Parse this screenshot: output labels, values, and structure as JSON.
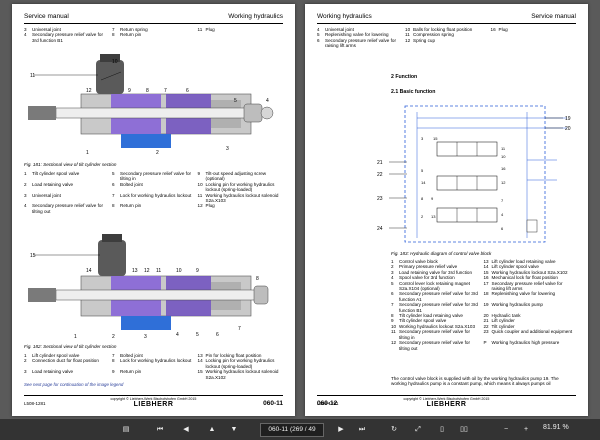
{
  "left_page": {
    "header_left": "Service manual",
    "header_right": "Working hydraulics",
    "top_table": [
      [
        {
          "n": "3",
          "t": "Universal joint"
        },
        {
          "n": "7",
          "t": "Return spring"
        },
        {
          "n": "11",
          "t": "Plug"
        }
      ],
      [
        {
          "n": "4",
          "t": "Secondary pressure relief valve for 3rd function B1"
        },
        {
          "n": "8",
          "t": "Return pin"
        },
        {
          "n": "",
          "t": ""
        }
      ]
    ],
    "fig1_labels": [
      "11",
      "10",
      "12",
      "9",
      "8",
      "7",
      "6",
      "5",
      "4",
      "3",
      "1",
      "2"
    ],
    "fig1_caption": "Fig. 181: Sectional view of tilt cylinder section",
    "mid_table": [
      [
        {
          "n": "1",
          "t": "Tilt cylinder spool valve"
        },
        {
          "n": "5",
          "t": "Secondary pressure relief valve for tilting in"
        },
        {
          "n": "9",
          "t": "Tilt-out speed adjusting screw (optional)"
        }
      ],
      [
        {
          "n": "2",
          "t": "Load retaining valve"
        },
        {
          "n": "6",
          "t": "Bolted joint"
        },
        {
          "n": "10",
          "t": "Locking pin for working hydraulics lockout (spring-loaded)"
        }
      ],
      [
        {
          "n": "3",
          "t": "Universal joint"
        },
        {
          "n": "7",
          "t": "Lock for working hydraulics lockout"
        },
        {
          "n": "11",
          "t": "Working hydraulics lockout solenoid S2a.X103"
        }
      ],
      [
        {
          "n": "4",
          "t": "Secondary pressure relief valve for tilting out"
        },
        {
          "n": "8",
          "t": "Return pin"
        },
        {
          "n": "12",
          "t": "Plug"
        }
      ]
    ],
    "fig2_labels": [
      "15",
      "14",
      "13",
      "12",
      "11",
      "10",
      "9",
      "8",
      "7",
      "6",
      "5",
      "4",
      "3",
      "2",
      "1"
    ],
    "fig2_caption": "Fig. 182: Sectional view of tilt cylinder section",
    "bottom_table": [
      [
        {
          "n": "1",
          "t": "Lift cylinder spool valve"
        },
        {
          "n": "7",
          "t": "Bolted joint"
        },
        {
          "n": "13",
          "t": "Pin for locking float position"
        }
      ],
      [
        {
          "n": "2",
          "t": "Connection duct for float position"
        },
        {
          "n": "8",
          "t": "Lock for working hydraulics lockout"
        },
        {
          "n": "14",
          "t": "Locking pin for working hydraulics lockout (spring-loaded)"
        }
      ],
      [
        {
          "n": "3",
          "t": "Load retaining valve"
        },
        {
          "n": "9",
          "t": "Return pin"
        },
        {
          "n": "15",
          "t": "Working hydraulics lockout solenoid S2a.X102"
        }
      ]
    ],
    "note": "See next page for continuation of the image legend",
    "footer_code": "L508-1281",
    "footer_copy": "copyright © Liebherr-Werk Bischofshofen GmbH 2015",
    "footer_brand": "LIEBHERR",
    "footer_page": "060-11"
  },
  "right_page": {
    "header_left": "Working hydraulics",
    "header_right": "Service manual",
    "top_table": [
      [
        {
          "n": "4",
          "t": "Universal joint"
        },
        {
          "n": "10",
          "t": "Balls for locking float position"
        },
        {
          "n": "16",
          "t": "Plug"
        }
      ],
      [
        {
          "n": "5",
          "t": "Replenishing valve for lowering"
        },
        {
          "n": "11",
          "t": "Compression spring"
        },
        {
          "n": "",
          "t": ""
        }
      ],
      [
        {
          "n": "6",
          "t": "Secondary pressure relief valve for raising lift arms"
        },
        {
          "n": "12",
          "t": "Spring cup"
        },
        {
          "n": "",
          "t": ""
        }
      ]
    ],
    "section_title": "2 Function",
    "subsection_title": "2.1 Basic function",
    "schematic_labels_left": [
      "21",
      "22",
      "23",
      "24"
    ],
    "schematic_labels_right": [
      "19",
      "20"
    ],
    "schematic_labels_inner": [
      "3",
      "15",
      "11",
      "10",
      "16",
      "12",
      "5",
      "14",
      "8",
      "9",
      "7",
      "4",
      "2",
      "13",
      "6"
    ],
    "schematic_title": "Fig. 183: Hydraulic diagram of control valve block",
    "legend_table": [
      [
        {
          "n": "1",
          "t": "Control valve block"
        },
        {
          "n": "13",
          "t": "Lift cylinder load retaining valve"
        }
      ],
      [
        {
          "n": "2",
          "t": "Primary pressure relief valve"
        },
        {
          "n": "14",
          "t": "Lift cylinder spool valve"
        }
      ],
      [
        {
          "n": "3",
          "t": "Load retaining valve for 3rd function"
        },
        {
          "n": "15",
          "t": "Working hydraulics lockout S2a.X102"
        }
      ],
      [
        {
          "n": "4",
          "t": "Spool valve for 3rd function"
        },
        {
          "n": "16",
          "t": "Mechanical lock for float position"
        }
      ],
      [
        {
          "n": "5",
          "t": "Control lever lock retaining magnet S2a.X104 (optional)"
        },
        {
          "n": "17",
          "t": "Secondary pressure relief valve for raising lift arms"
        }
      ],
      [
        {
          "n": "6",
          "t": "Secondary pressure relief valve for 3rd function A1"
        },
        {
          "n": "18",
          "t": "Replenishing valve for lowering"
        }
      ],
      [
        {
          "n": "7",
          "t": "Secondary pressure relief valve for 3rd function B1"
        },
        {
          "n": "19",
          "t": "Working hydraulics pump"
        }
      ],
      [
        {
          "n": "8",
          "t": "Tilt cylinder load retaining valve"
        },
        {
          "n": "20",
          "t": "Hydraulic tank"
        }
      ],
      [
        {
          "n": "9",
          "t": "Tilt cylinder spool valve"
        },
        {
          "n": "21",
          "t": "Lift cylinder"
        }
      ],
      [
        {
          "n": "10",
          "t": "Working hydraulics lockout S2a.X103"
        },
        {
          "n": "22",
          "t": "Tilt cylinder"
        }
      ],
      [
        {
          "n": "11",
          "t": "Secondary pressure relief valve for tilting in"
        },
        {
          "n": "23",
          "t": "Quick coupler and additional equipment"
        }
      ],
      [
        {
          "n": "12",
          "t": "Secondary pressure relief valve for tilting out"
        },
        {
          "n": "P",
          "t": "Working hydraulics high pressure"
        }
      ]
    ],
    "paragraph": "The control valve block is supplied with oil by the working hydraulics pump 19. The working hydraulics pump is a constant pump, which means it always pumps oil",
    "footer_code": "L508-1281",
    "footer_copy": "copyright © Liebherr-Werk Bischofshofen GmbH 2015",
    "footer_brand": "LIEBHERR",
    "footer_page": "060-12"
  },
  "toolbar": {
    "page_value": "060-11 (269 / 49",
    "zoom": "81.91 %"
  },
  "colors": {
    "valve_body": "#c9c9c9",
    "pressure": "#6f4fc0",
    "return": "#2f6fd8",
    "solenoid": "#5a5a5a",
    "schematic_line": "#2b5fd9",
    "toolbar_bg": "#333333"
  }
}
